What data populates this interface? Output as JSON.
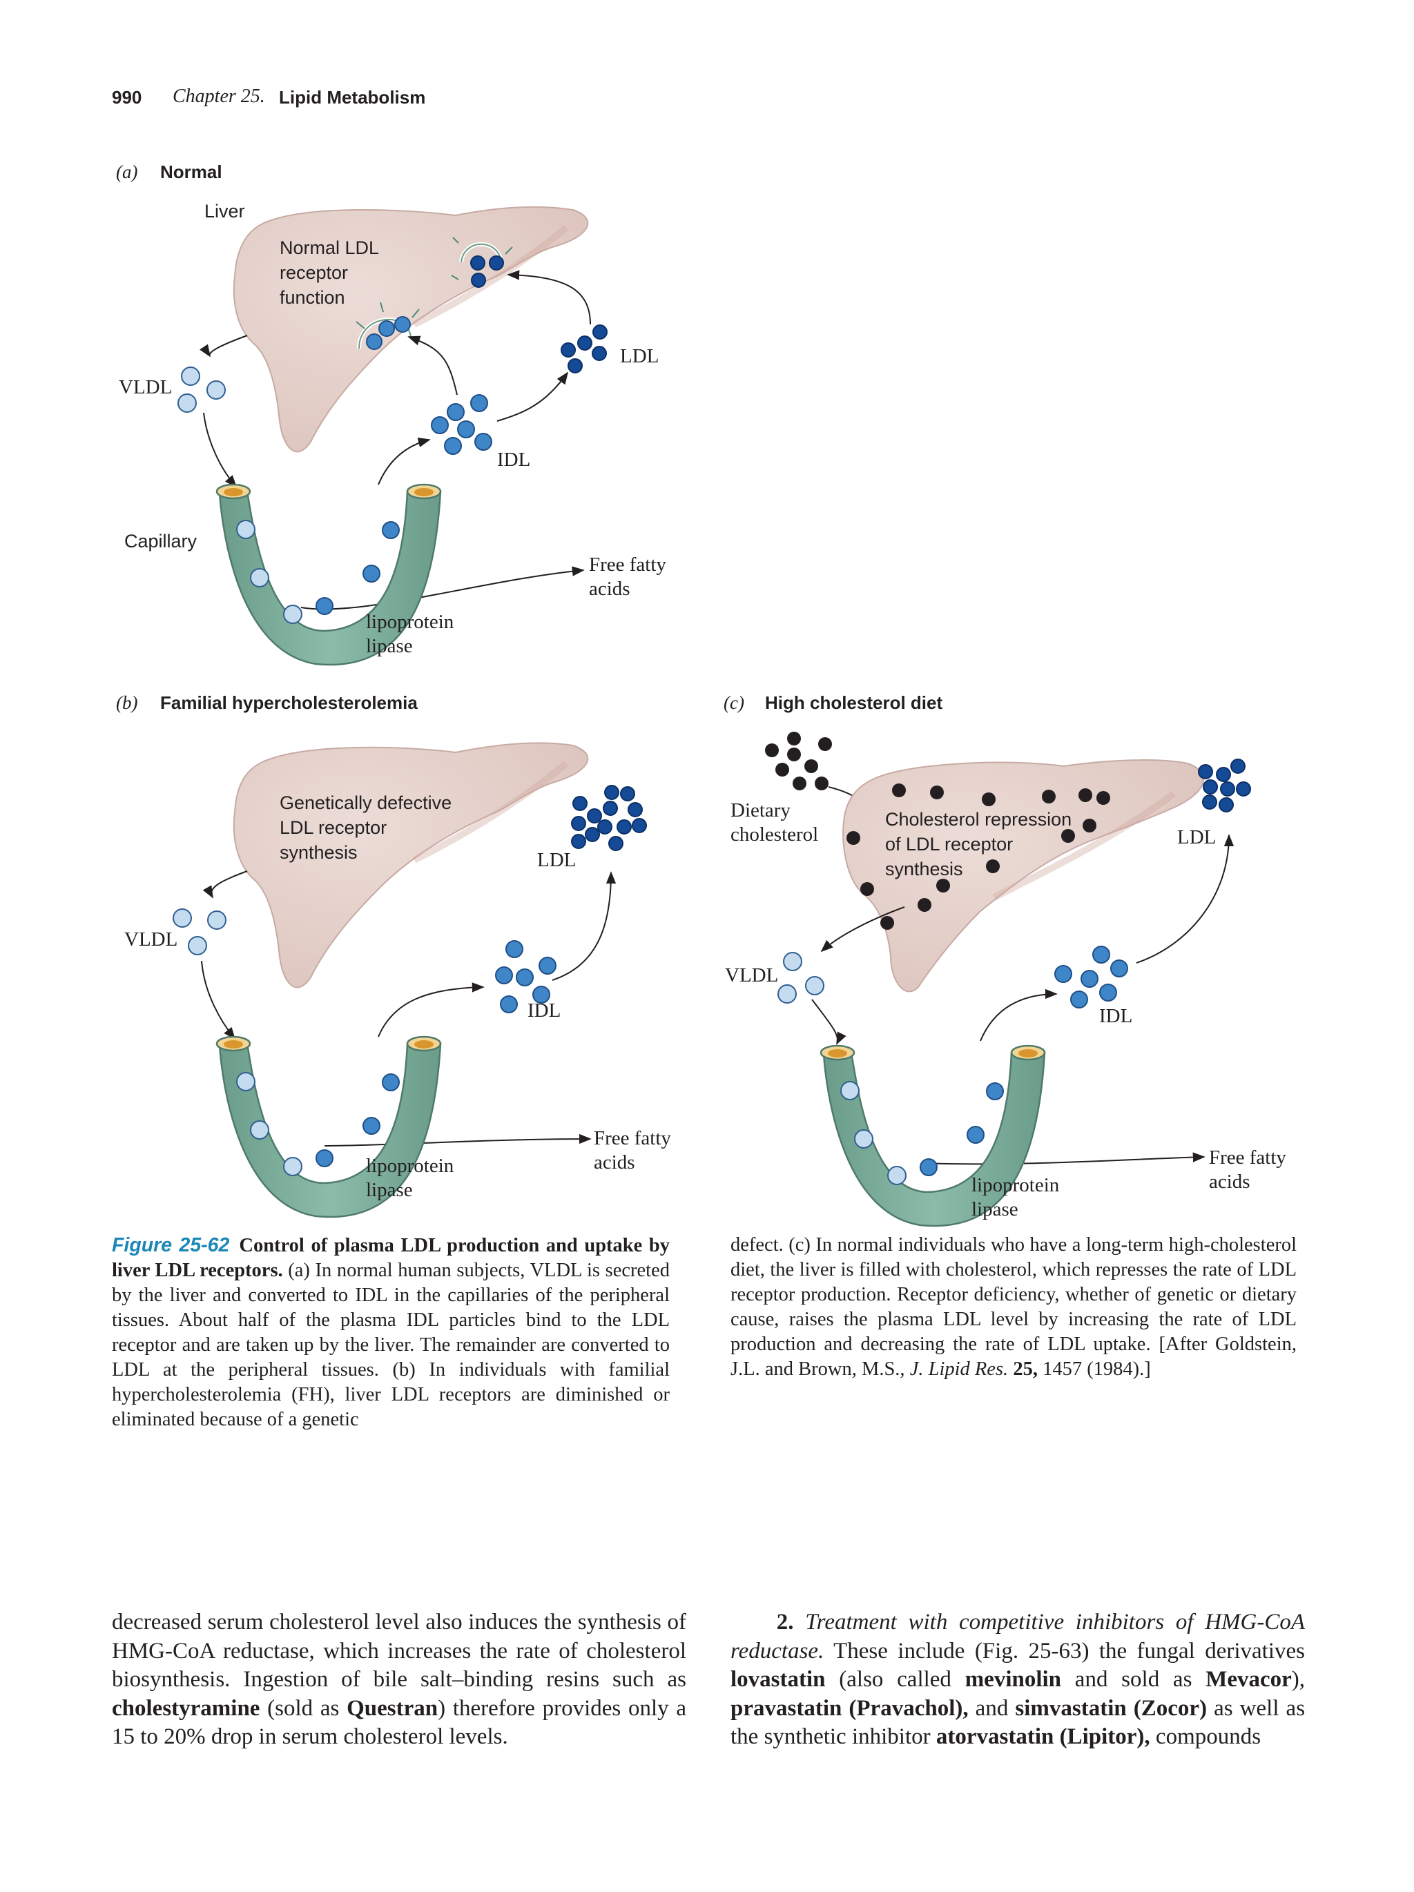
{
  "header": {
    "page_number": "990",
    "chapter": "Chapter 25.",
    "title": "Lipid Metabolism"
  },
  "panels": {
    "a": {
      "letter": "(a)",
      "title": "Normal",
      "liver": "Liver",
      "receptor_line1": "Normal LDL",
      "receptor_line2": "receptor",
      "receptor_line3": "function",
      "ldl": "LDL",
      "vldl": "VLDL",
      "idl": "IDL",
      "capillary": "Capillary",
      "ffa_line1": "Free fatty",
      "ffa_line2": "acids",
      "lipase_line1": "lipoprotein",
      "lipase_line2": "lipase"
    },
    "b": {
      "letter": "(b)",
      "title": "Familial hypercholesterolemia",
      "defect_line1": "Genetically defective",
      "defect_line2": "LDL receptor",
      "defect_line3": "synthesis",
      "ldl": "LDL",
      "vldl": "VLDL",
      "idl": "IDL",
      "ffa_line1": "Free fatty",
      "ffa_line2": "acids",
      "lipase_line1": "lipoprotein",
      "lipase_line2": "lipase"
    },
    "c": {
      "letter": "(c)",
      "title": "High cholesterol diet",
      "dietary_line1": "Dietary",
      "dietary_line2": "cholesterol",
      "repression_line1": "Cholesterol repression",
      "repression_line2": "of LDL receptor",
      "repression_line3": "synthesis",
      "ldl": "LDL",
      "vldl": "VLDL",
      "idl": "IDL",
      "ffa_line1": "Free fatty",
      "ffa_line2": "acids",
      "lipase_line1": "lipoprotein",
      "lipase_line2": "lipase"
    }
  },
  "colors": {
    "liver": "#e8d5d0",
    "liver_shadow": "#d8bdb6",
    "capillary": "#7fae9c",
    "capillary_dark": "#5f8d7c",
    "capillary_opening": "#e0a43c",
    "vldl_particle": "#c5dcf0",
    "idl_particle": "#3f86c8",
    "ldl_particle": "#154a96",
    "cholesterol_particle": "#231f20",
    "figure_label": "#1b87b8"
  },
  "caption": {
    "label": "Figure 25-62",
    "bold_title": "Control of plasma LDL production and uptake by liver LDL receptors.",
    "left_text": "(a) In normal human subjects, VLDL is secreted by the liver and converted to IDL in the capillaries of the peripheral tissues. About half of the plasma IDL particles bind to the LDL receptor and are taken up by the liver. The remainder are converted to LDL at the peripheral tissues. (b) In individuals with familial hypercholesterolemia (FH), liver LDL receptors are diminished or eliminated because of a genetic",
    "right_text_1": "defect. (c) In normal individuals who have a long-term high-cholesterol diet, the liver is filled with cholesterol, which represses the rate of LDL receptor production. Receptor deficiency, whether of genetic or dietary cause, raises the plasma LDL level by increasing the rate of LDL production and decreasing the rate of LDL uptake. [After Goldstein, J.L. and Brown, M.S.,",
    "right_journal": "J. Lipid Res.",
    "right_volume": "25,",
    "right_text_2": "1457 (1984).]"
  },
  "body": {
    "left_1": "decreased serum cholesterol level also induces the synthesis of HMG-CoA reductase, which increases the rate of cholesterol biosynthesis. Ingestion of bile salt–binding resins such as",
    "left_b1": "cholestyramine",
    "left_2": "(sold as",
    "left_b2": "Questran",
    "left_3": ") therefore provides only a 15 to 20% drop in serum cholesterol levels.",
    "right_num": "2.",
    "right_italic": "Treatment with competitive inhibitors of HMG-CoA reductase.",
    "right_1": "These include (Fig. 25-63) the fungal derivatives",
    "right_b1": "lovastatin",
    "right_2": "(also called",
    "right_b2": "mevinolin",
    "right_3": "and sold as",
    "right_b3": "Mevacor",
    "right_4": "),",
    "right_b4": "pravastatin (Pravachol),",
    "right_5": "and",
    "right_b5": "simvastatin (Zocor)",
    "right_6": "as well as the synthetic inhibitor",
    "right_b6": "atorvastatin (Lipitor),",
    "right_7": "compounds"
  }
}
